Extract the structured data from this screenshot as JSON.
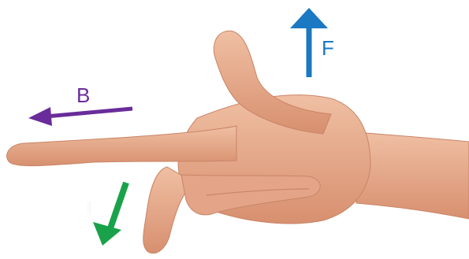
{
  "labels": {
    "b": "B",
    "f": "F",
    "i": "I"
  },
  "colors": {
    "b": "#6a2c9a",
    "f": "#1b78c2",
    "i": "#1aa24a",
    "skin": "#eab092",
    "skin_shadow": "#c98466",
    "background": "#ffffff"
  }
}
